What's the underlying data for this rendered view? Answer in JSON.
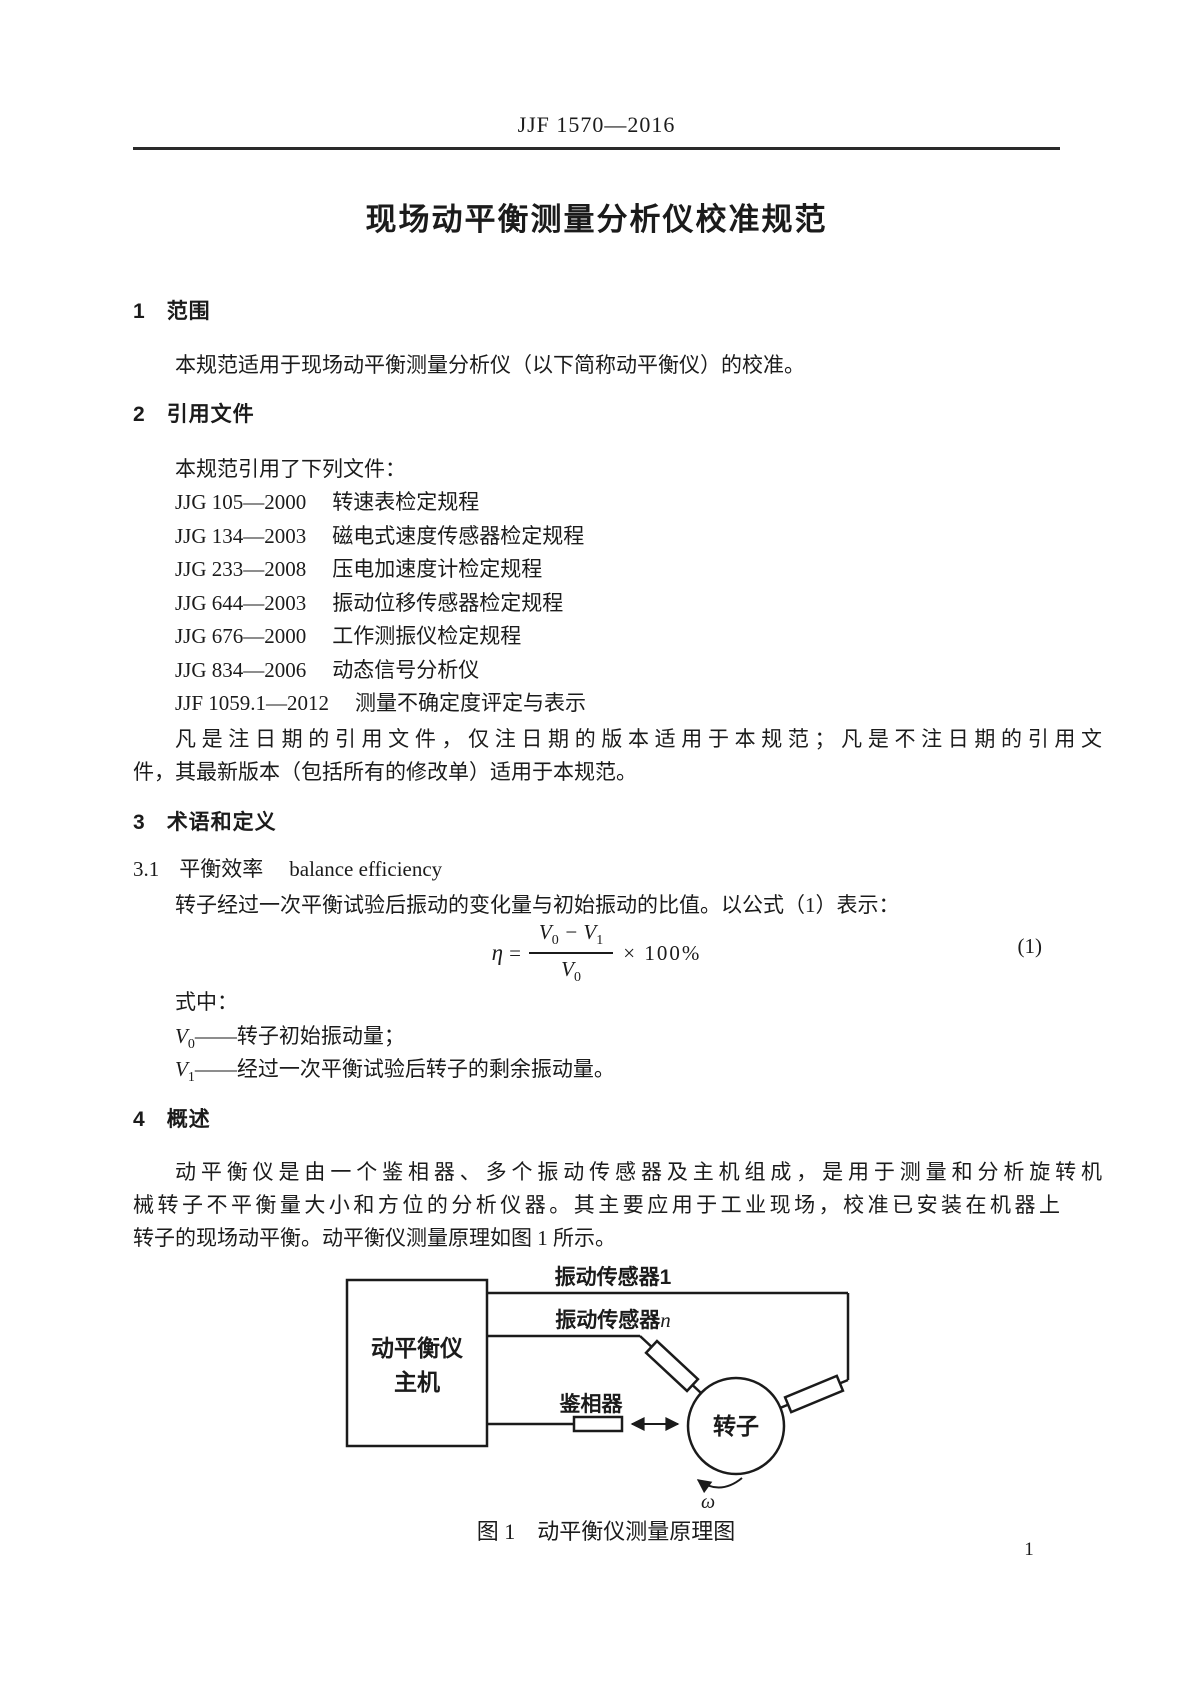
{
  "header": {
    "doc_number": "JJF 1570—2016"
  },
  "title": "现场动平衡测量分析仪校准规范",
  "s1": {
    "num": "1",
    "heading": "范围",
    "body": "本规范适用于现场动平衡测量分析仪（以下简称动平衡仪）的校准。"
  },
  "s2": {
    "num": "2",
    "heading": "引用文件",
    "intro": "本规范引用了下列文件：",
    "refs": [
      {
        "code": "JJG 105—2000",
        "title": "转速表检定规程"
      },
      {
        "code": "JJG 134—2003",
        "title": "磁电式速度传感器检定规程"
      },
      {
        "code": "JJG 233—2008",
        "title": "压电加速度计检定规程"
      },
      {
        "code": "JJG 644—2003",
        "title": "振动位移传感器检定规程"
      },
      {
        "code": "JJG 676—2000",
        "title": "工作测振仪检定规程"
      },
      {
        "code": "JJG 834—2006",
        "title": "动态信号分析仪"
      },
      {
        "code": "JJF 1059.1—2012",
        "title": "测量不确定度评定与表示"
      }
    ],
    "note_lines": [
      "凡是注日期的引用文件，仅注日期的版本适用于本规范；凡是不注日期的引用文",
      "件，其最新版本（包括所有的修改单）适用于本规范。"
    ]
  },
  "s3": {
    "num": "3",
    "heading": "术语和定义",
    "term": {
      "num": "3.1",
      "zh": "平衡效率",
      "en": "balance efficiency"
    },
    "body": "转子经过一次平衡试验后振动的变化量与初始振动的比值。以公式（1）表示：",
    "formula": {
      "lhs": "η",
      "eq": "=",
      "var": "V",
      "sub0": "0",
      "sub1": "1",
      "minus": "−",
      "times": "× 100%",
      "tag": "(1)"
    },
    "where_label": "式中：",
    "where": [
      {
        "sym": "V",
        "sub": "0",
        "desc": "——转子初始振动量；"
      },
      {
        "sym": "V",
        "sub": "1",
        "desc": "——经过一次平衡试验后转子的剩余振动量。"
      }
    ]
  },
  "s4": {
    "num": "4",
    "heading": "概述",
    "lines": [
      "动平衡仪是由一个鉴相器、多个振动传感器及主机组成，是用于测量和分析旋转机",
      "械转子不平衡量大小和方位的分析仪器。其主要应用于工业现场，校准已安装在机器上",
      "转子的现场动平衡。动平衡仪测量原理如图 1 所示。"
    ]
  },
  "figure": {
    "main_unit_l1": "动平衡仪",
    "main_unit_l2": "主机",
    "sensor1": "振动传感器1",
    "sensorn_prefix": "振动传感器",
    "sensorn_var": "n",
    "detector": "鉴相器",
    "rotor": "转子",
    "omega": "ω",
    "caption": "图 1　动平衡仪测量原理图"
  },
  "page_number": "1"
}
